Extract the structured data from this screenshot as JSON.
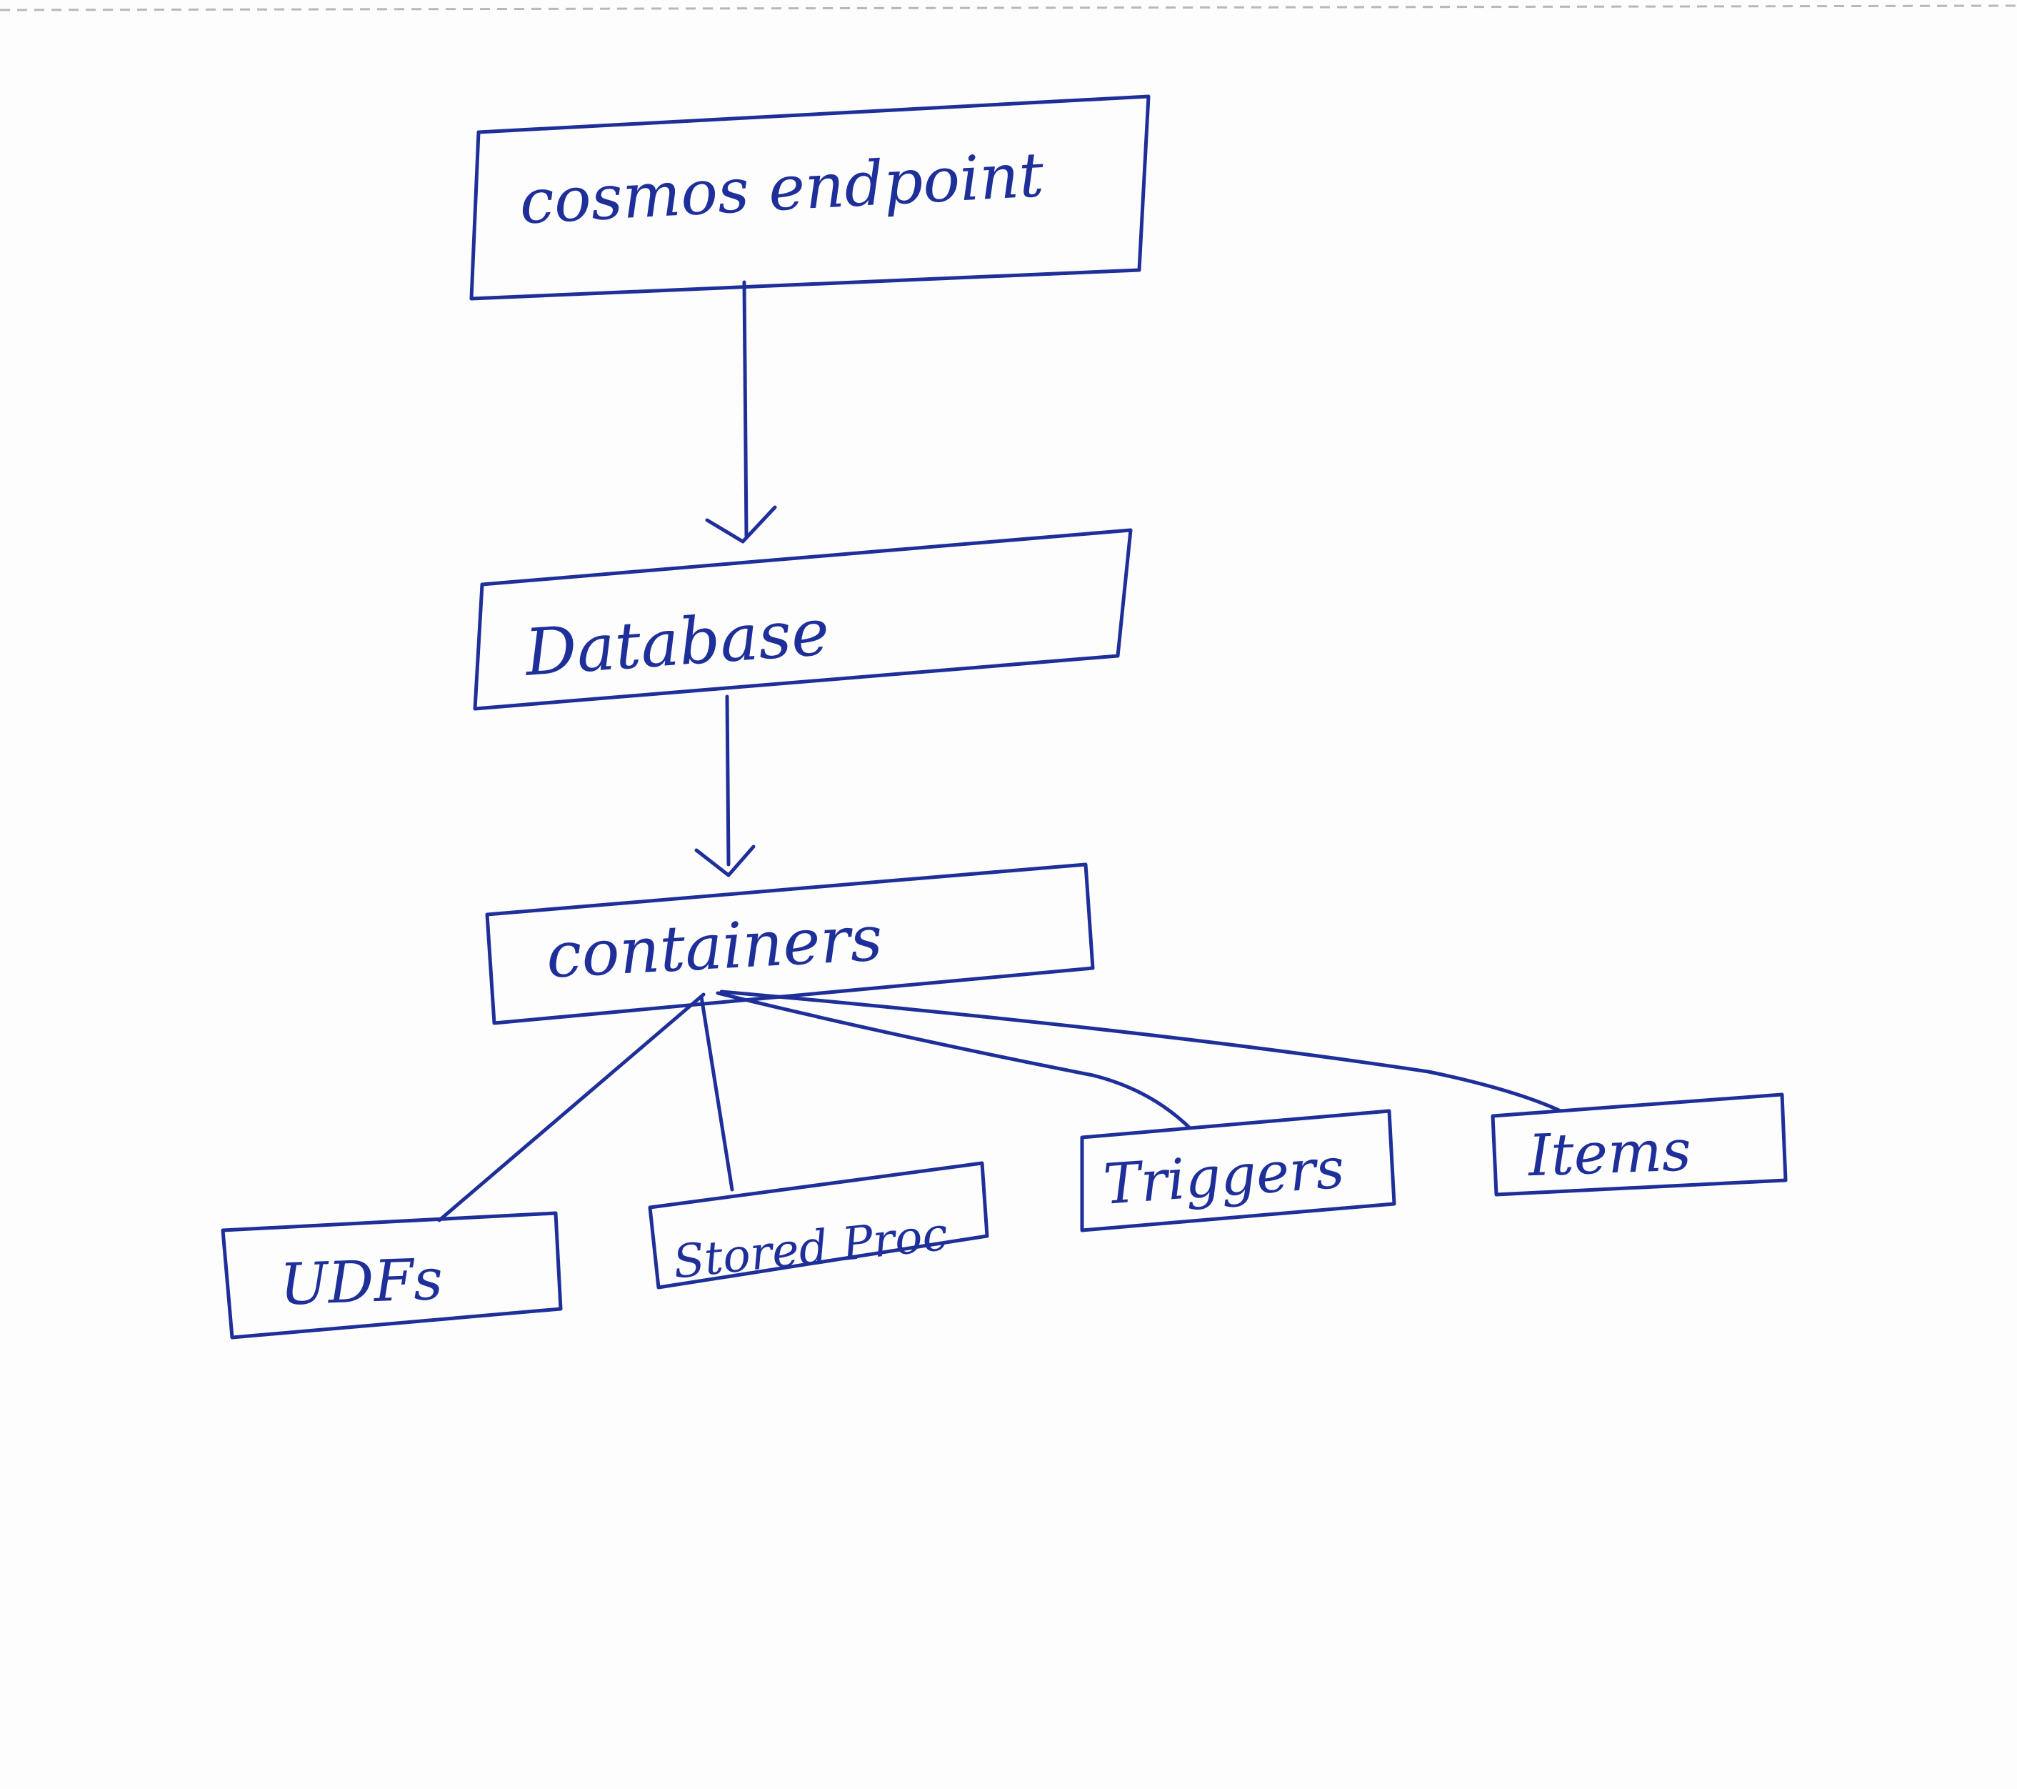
{
  "diagram": {
    "nodes": {
      "endpoint": {
        "label": "cosmos endpoint"
      },
      "database": {
        "label": "Database"
      },
      "containers": {
        "label": "containers"
      },
      "udfs": {
        "label": "UDFs"
      },
      "stored_proc": {
        "label": "Stored Proc"
      },
      "triggers": {
        "label": "Triggers"
      },
      "items": {
        "label": "Items"
      }
    },
    "edges": [
      {
        "from": "cosmos endpoint",
        "to": "Database",
        "arrow": true
      },
      {
        "from": "Database",
        "to": "containers",
        "arrow": true
      },
      {
        "from": "containers",
        "to": "UDFs",
        "arrow": false
      },
      {
        "from": "containers",
        "to": "Stored Proc",
        "arrow": false
      },
      {
        "from": "containers",
        "to": "Triggers",
        "arrow": false
      },
      {
        "from": "containers",
        "to": "Items",
        "arrow": false
      }
    ],
    "ink_color": "#1f2f9a"
  }
}
